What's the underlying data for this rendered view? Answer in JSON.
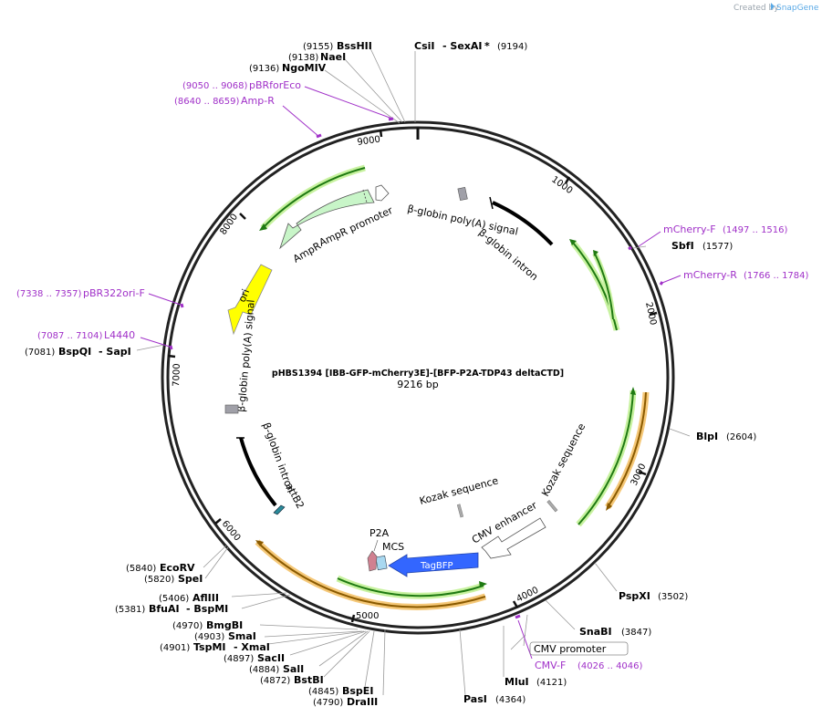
{
  "credit": {
    "created_by": "Created by",
    "brand": "SnapGene"
  },
  "plasmid": {
    "name": "pHBS1394 [IBB-GFP-mCherry3E]-[BFP-P2A-TDP43 deltaCTD]",
    "size": "9216 bp"
  },
  "ticks": [
    "1000",
    "2000",
    "3000",
    "4000",
    "5000",
    "6000",
    "7000",
    "8000",
    "9000"
  ],
  "enzymes": [
    {
      "id": "bsshii",
      "name": "BssHII",
      "pos": "(9155)"
    },
    {
      "id": "naei",
      "name": "NaeI",
      "pos": "(9138)"
    },
    {
      "id": "ngomiv",
      "name": "NgoMIV",
      "pos": "(9136)"
    },
    {
      "id": "csii",
      "name": "CsiI",
      "name2": "- SexAI",
      "star": "*",
      "pos": "(9194)"
    },
    {
      "id": "sbfi",
      "name": "SbfI",
      "pos": "(1577)"
    },
    {
      "id": "blpi",
      "name": "BlpI",
      "pos": "(2604)"
    },
    {
      "id": "pspxi",
      "name": "PspXI",
      "pos": "(3502)"
    },
    {
      "id": "snabi",
      "name": "SnaBI",
      "pos": "(3847)"
    },
    {
      "id": "mlui",
      "name": "MluI",
      "pos": "(4121)"
    },
    {
      "id": "pasi",
      "name": "PasI",
      "pos": "(4364)"
    },
    {
      "id": "draiii",
      "name": "DraIII",
      "pos": "(4790)"
    },
    {
      "id": "bspei",
      "name": "BspEI",
      "pos": "(4845)"
    },
    {
      "id": "bstbi",
      "name": "BstBI",
      "pos": "(4872)"
    },
    {
      "id": "sali",
      "name": "SalI",
      "pos": "(4884)"
    },
    {
      "id": "sacii",
      "name": "SacII",
      "pos": "(4897)"
    },
    {
      "id": "tspmi",
      "name": "TspMI",
      "name2": "- XmaI",
      "pos": "(4901)"
    },
    {
      "id": "smai",
      "name": "SmaI",
      "pos": "(4903)"
    },
    {
      "id": "bmgbi",
      "name": "BmgBI",
      "pos": "(4970)"
    },
    {
      "id": "bfuai",
      "name": "BfuAI",
      "name2": "- BspMI",
      "pos": "(5381)"
    },
    {
      "id": "aflii",
      "name": "AflIII",
      "pos": "(5406)"
    },
    {
      "id": "spei",
      "name": "SpeI",
      "pos": "(5820)"
    },
    {
      "id": "ecorv",
      "name": "EcoRV",
      "pos": "(5840)"
    },
    {
      "id": "bspqi",
      "name": "BspQI",
      "name2": "- SapI",
      "pos": "(7081)"
    }
  ],
  "primers": [
    {
      "id": "pbrforeco",
      "name": "pBRforEco",
      "range": "(9050 .. 9068)"
    },
    {
      "id": "ampr-primer",
      "name": "Amp-R",
      "range": "(8640 .. 8659)"
    },
    {
      "id": "mcherry-f",
      "name": "mCherry-F",
      "range": "(1497 .. 1516)"
    },
    {
      "id": "mcherry-r",
      "name": "mCherry-R",
      "range": "(1766 .. 1784)"
    },
    {
      "id": "pbr322ori-f",
      "name": "pBR322ori-F",
      "range": "(7338 .. 7357)"
    },
    {
      "id": "l4440",
      "name": "L4440",
      "range": "(7087 .. 7104)"
    },
    {
      "id": "cmv-f",
      "name": "CMV-F",
      "range": "(4026 .. 4046)"
    }
  ],
  "features": {
    "ampr": "AmpR",
    "ampr_promoter": "AmpR promoter",
    "ori": "ori",
    "globin_polya_top": "β-globin poly(A) signal",
    "globin_intron_top": "β-globin intron",
    "globin_polya_left": "β-globin poly(A) signal",
    "globin_intron_left": "β-globin intron",
    "attb2": "attB2",
    "kozak1": "Kozak sequence",
    "kozak2": "Kozak sequence",
    "cmv_enhancer": "CMV enhancer",
    "cmv_promoter": "CMV promoter",
    "p2a": "P2A",
    "mcs": "MCS",
    "tagbfp": "TagBFP"
  },
  "colors": {
    "backbone": "#222222",
    "primer": "#a030c8",
    "cds_green": "#1f7a12",
    "cds_glow_green": "#c8f2a0",
    "cds_orange": "#8a5a00",
    "cds_glow_orange": "#f5c878",
    "ampr_fill": "#c8f5c8",
    "ori_fill": "#ffff00",
    "tagbfp_fill": "#3366ff",
    "p2a_fill": "#d08090",
    "mcs_fill": "#a8d8f0",
    "attb2_fill": "#2a8a9a",
    "polya_fill": "#a0a0a8"
  }
}
